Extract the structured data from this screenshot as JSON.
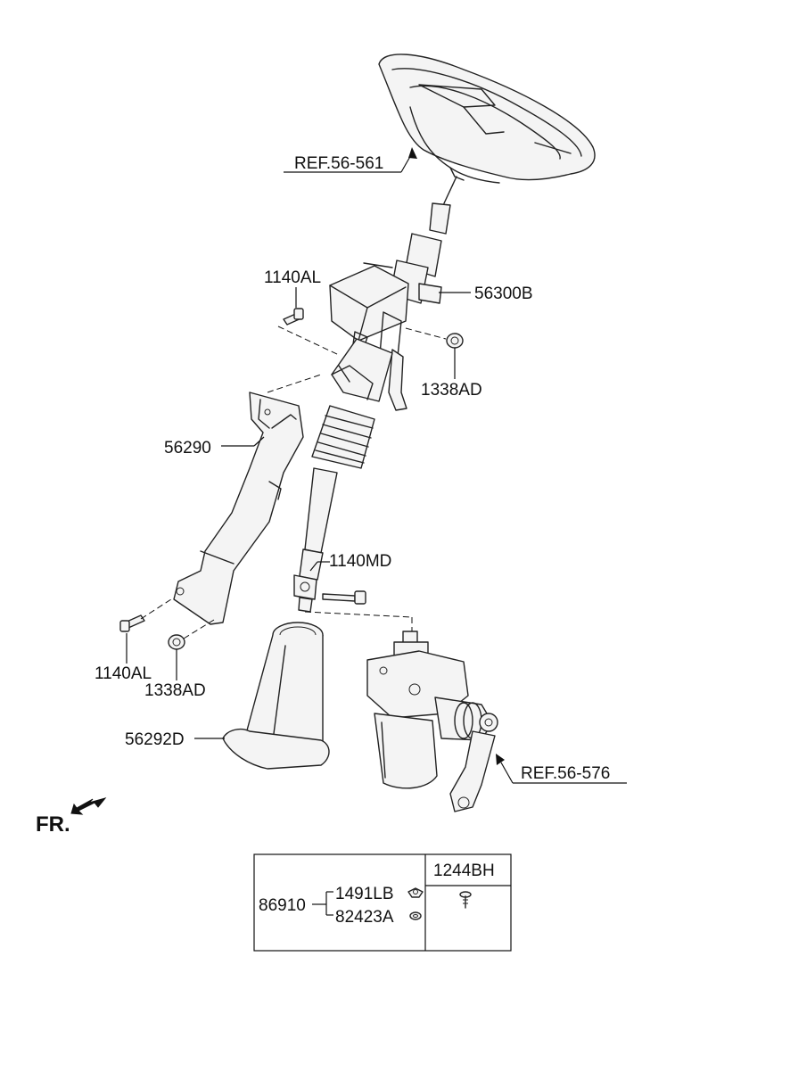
{
  "labels": {
    "ref_56_561": "REF.56-561",
    "p56300B": "56300B",
    "p1140AL_top": "1140AL",
    "p1338AD_right": "1338AD",
    "p56290": "56290",
    "p1140MD": "1140MD",
    "p1140AL_bottom": "1140AL",
    "p1338AD_bottom": "1338AD",
    "p56292D": "56292D",
    "ref_56_576": "REF.56-576",
    "front": "FR."
  },
  "table": {
    "header": "1244BH",
    "main_part": "86910",
    "sub_parts": [
      "1491LB",
      "82423A"
    ]
  }
}
